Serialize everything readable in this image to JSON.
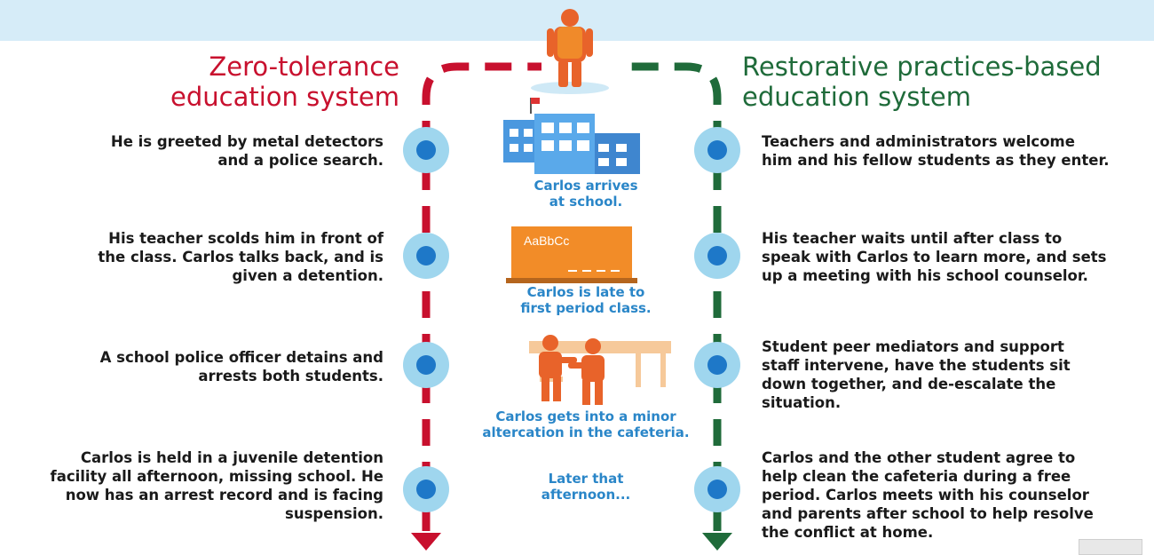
{
  "titles": {
    "left": "Zero-tolerance\neducation system",
    "right": "Restorative practices-based\neducation system"
  },
  "steps": [
    {
      "left": "He is greeted by metal detectors\nand a police search.",
      "center": "Carlos arrives\nat school.",
      "right": "Teachers and administrators welcome\nhim and his fellow students as they enter."
    },
    {
      "left": "His teacher scolds him in front of\nthe class. Carlos talks back, and is\ngiven a detention.",
      "center": "Carlos is late to\nfirst period class.",
      "right": "His teacher waits until after class to\nspeak with Carlos to learn more, and sets\nup a meeting with his school counselor."
    },
    {
      "left": "A school police officer detains and\narrests both students.",
      "center": "Carlos gets into a minor\naltercation in the cafeteria.",
      "right": "Student peer mediators and support\nstaff intervene, have the students sit\ndown together, and de-escalate the\nsituation."
    },
    {
      "left": "Carlos is held in a juvenile detention\nfacility all afternoon, missing school. He\nnow has an arrest record and is facing\nsuspension.",
      "center": "Later that\nafternoon...",
      "right": "Carlos and the other student agree to\nhelp clean the cafeteria during a free\nperiod. Carlos meets with his counselor\nand parents after school to help resolve\nthe conflict at home."
    }
  ],
  "blackboard_text": "AaBbCc",
  "colors": {
    "zero_tolerance": "#c8102e",
    "restorative": "#1f6b3a",
    "timeline_dot": "#1e78c8",
    "caption": "#2a86c8",
    "header_band": "#d6ecf8"
  },
  "icons": [
    "student-icon",
    "school-building-icon",
    "chalkboard-icon",
    "altercation-icon"
  ]
}
